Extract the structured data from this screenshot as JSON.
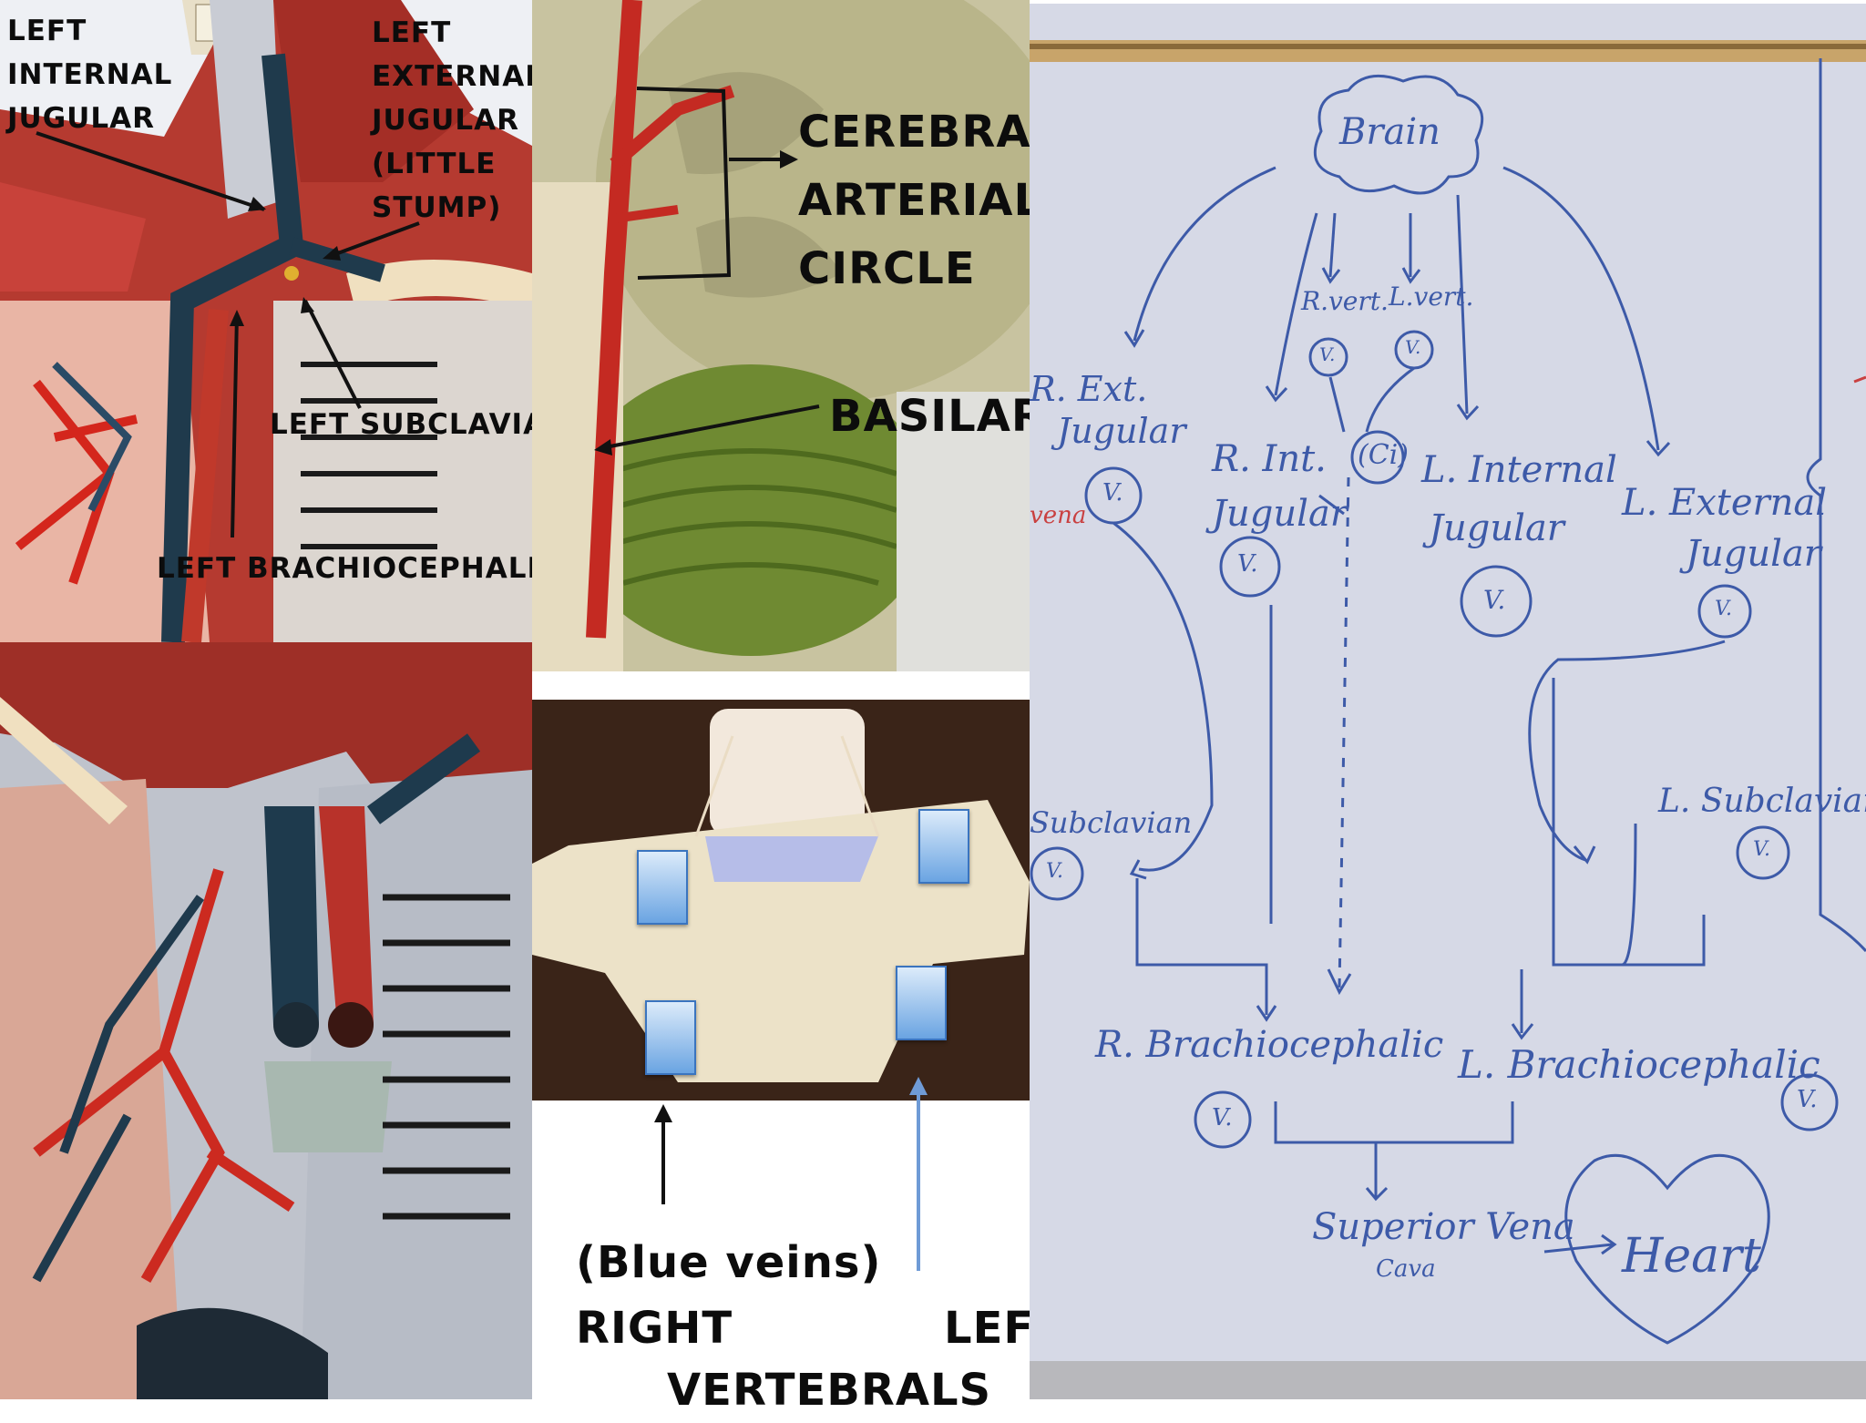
{
  "panel_neck_veins": {
    "labels": {
      "left_internal_jugular": [
        "LEFT",
        "INTERNAL",
        "JUGULAR"
      ],
      "left_external_jugular": [
        "LEFT",
        "EXTERNAL",
        "JUGULAR",
        "(LITTLE",
        "STUMP)"
      ],
      "left_subclavian": "LEFT SUBCLAVIAN",
      "left_brachiocephalic": "LEFT BRACHIOCEPHALIC"
    }
  },
  "panel_brain": {
    "labels": {
      "cerebral_arterial_circle": [
        "CEREBRAL",
        "ARTERIAL",
        "CIRCLE"
      ],
      "basilar": "BASILAR"
    }
  },
  "panel_vertebra": {
    "caption": "(Blue veins)",
    "right": "RIGHT",
    "left": "LEFT",
    "vertebrals": "VERTEBRALS"
  },
  "whiteboard": {
    "brain": "Brain",
    "r_vert": "R.vert.",
    "l_vert": "L.vert.",
    "v_circle": "V.",
    "ci": "(Ci)",
    "r_ext_jugular": [
      "R. Ext.",
      "Jugular"
    ],
    "r_int_jugular": [
      "R. Int.",
      "Jugular"
    ],
    "l_internal_jugular": [
      "L. Internal",
      "Jugular"
    ],
    "l_external_jugular": [
      "L. External",
      "Jugular"
    ],
    "r_subclavian": "Subclavian",
    "l_subclavian": "L. Subclavian",
    "r_brachiocephalic": "R. Brachiocephalic",
    "l_brachiocephalic": "L. Brachiocephalic",
    "superior_vena_cava": [
      "Superior Vena",
      "Cava"
    ],
    "heart": "Heart",
    "colors": {
      "marker": "#3d5aa8",
      "board": "#d9dce8"
    }
  }
}
